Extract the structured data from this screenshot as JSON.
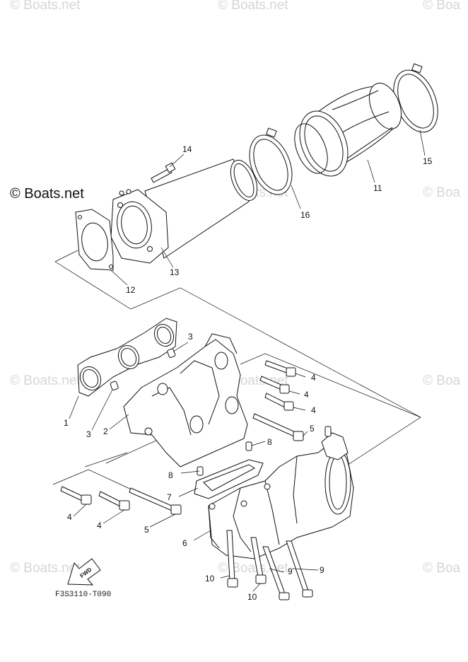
{
  "watermark": {
    "text": "© Boats.net",
    "partial": "© Boa"
  },
  "main_watermark": "© Boats.net",
  "diagram_code": "F3S3110-T090",
  "fwd_label": "FWD",
  "callouts": {
    "c1": "1",
    "c2": "2",
    "c3a": "3",
    "c3b": "3",
    "c4a": "4",
    "c4b": "4",
    "c4c": "4",
    "c4d": "4",
    "c4e": "4",
    "c5a": "5",
    "c5b": "5",
    "c6": "6",
    "c7": "7",
    "c8a": "8",
    "c8b": "8",
    "c9a": "9",
    "c9b": "9",
    "c10a": "10",
    "c10b": "10",
    "c11": "11",
    "c12": "12",
    "c13": "13",
    "c14": "14",
    "c15": "15",
    "c16": "16"
  }
}
